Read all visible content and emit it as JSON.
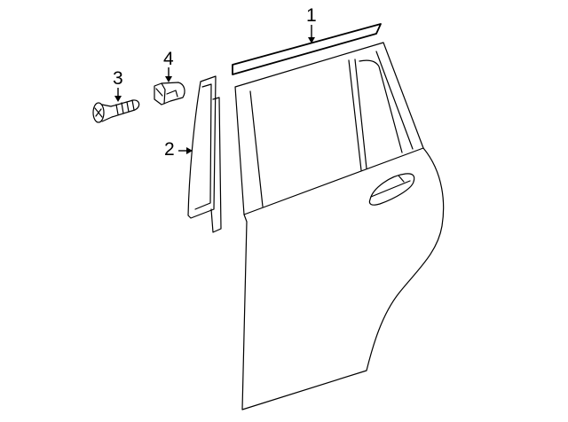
{
  "diagram": {
    "type": "exploded parts diagram",
    "subject": "rear door exterior trim",
    "background": "#ffffff",
    "line_color": "#000000",
    "callouts": [
      {
        "id": "1",
        "label": "1",
        "part": "belt molding strip (upper door)"
      },
      {
        "id": "2",
        "label": "2",
        "part": "door frame applique / B-pillar trim"
      },
      {
        "id": "3",
        "label": "3",
        "part": "screw"
      },
      {
        "id": "4",
        "label": "4",
        "part": "clip / nut"
      }
    ]
  }
}
